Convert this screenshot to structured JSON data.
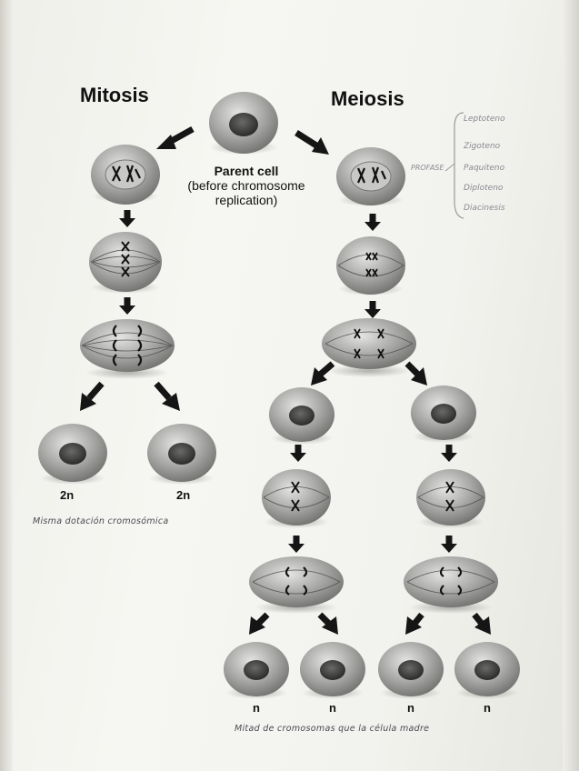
{
  "titles": {
    "mitosis": "Mitosis",
    "meiosis": "Meiosis"
  },
  "parent_cell": {
    "label": "Parent cell",
    "sublabel_line1": "(before chromosome",
    "sublabel_line2": "replication)"
  },
  "mitosis_result": {
    "ploidy_left": "2n",
    "ploidy_right": "2n",
    "note": "Misma dotación cromosómica"
  },
  "meiosis_result": {
    "ploidy": [
      "n",
      "n",
      "n",
      "n"
    ],
    "note": "Mitad de cromosomas que la célula madre"
  },
  "prophase_note": "PROFASE",
  "prophase_stages": [
    "Leptoteno",
    "Zigoteno",
    "Paquiteno",
    "Diploteno",
    "Diacinesis"
  ],
  "colors": {
    "cell_fill": "#9a9a9a",
    "nucleus_fill": "#3c3c3c",
    "arrow": "#151515",
    "paper": "#f3f3ef"
  }
}
